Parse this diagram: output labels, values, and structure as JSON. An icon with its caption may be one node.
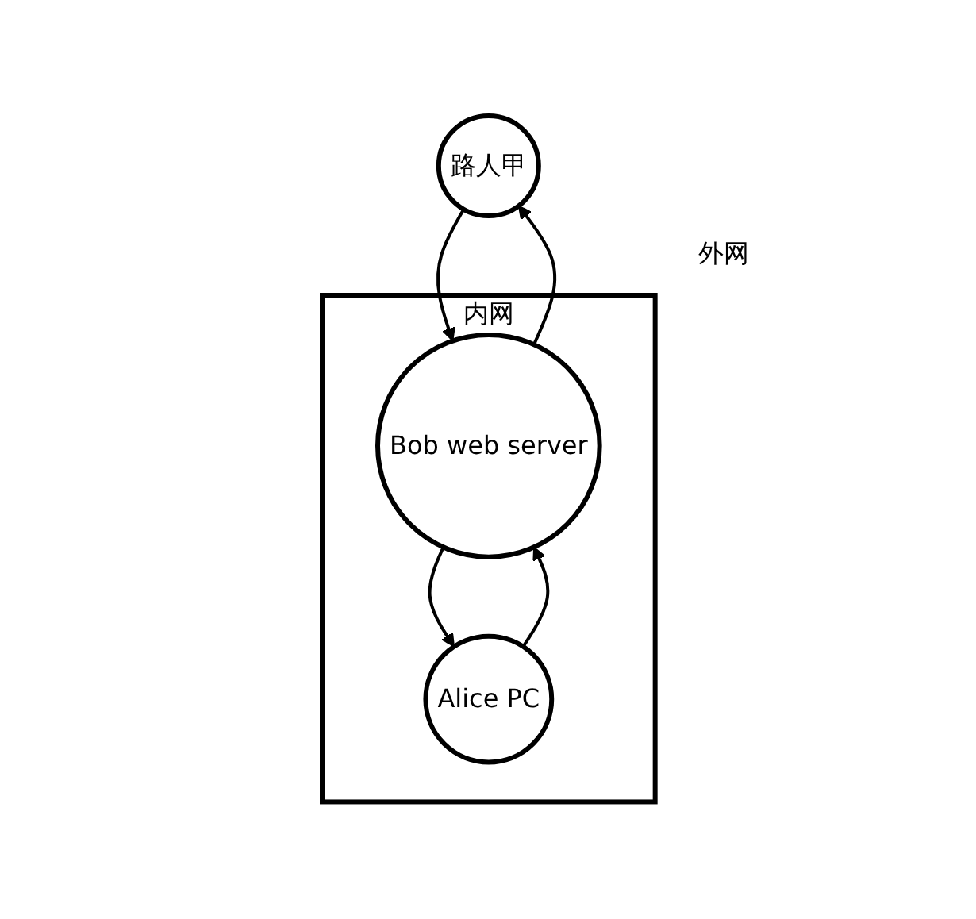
{
  "diagram": {
    "nodes": [
      {
        "text": [
          "路人甲"
        ]
      },
      {
        "text": [
          "内网"
        ]
      },
      {
        "text": [
          "Bob web server"
        ],
        "in": 1
      },
      {
        "text": [
          "Alice PC"
        ],
        "in": 1
      }
    ],
    "edges": [
      {
        "from": 0,
        "to": 2,
        "arrow": "to"
      },
      {
        "from": 2,
        "to": 0,
        "arrow": "to"
      },
      {
        "from": 3,
        "to": 2,
        "arrow": "to"
      },
      {
        "from": 2,
        "to": 3,
        "arrow": "to"
      }
    ],
    "labels": [
      "外网"
    ]
  }
}
